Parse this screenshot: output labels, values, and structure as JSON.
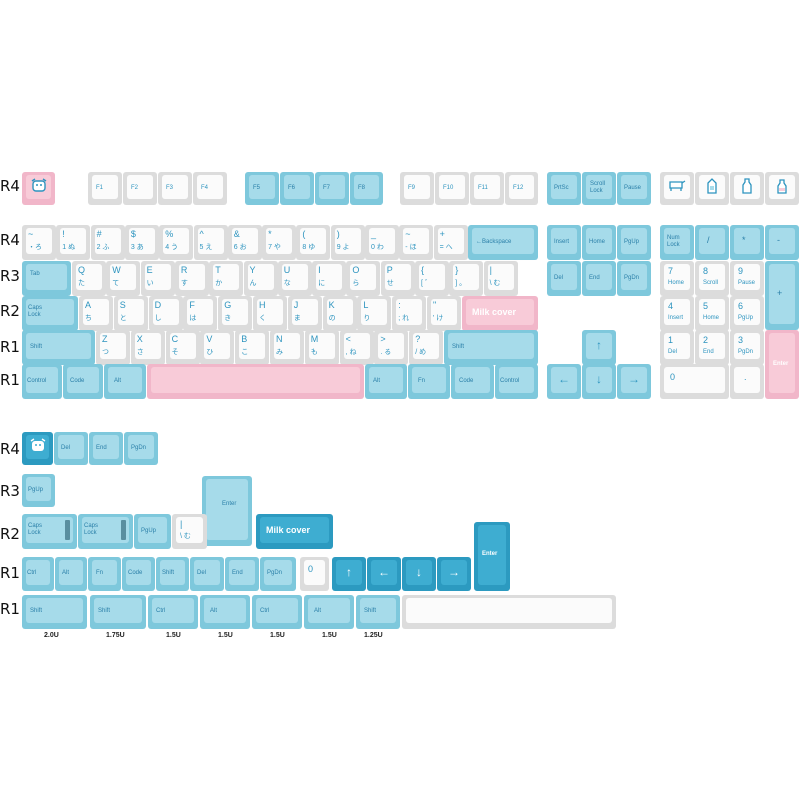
{
  "rows": {
    "top": [
      "R4",
      "R4",
      "R3",
      "R2",
      "R1",
      "R1"
    ],
    "bottom": [
      "R4",
      "R3",
      "R2",
      "R1",
      "R1"
    ]
  },
  "fkeys": {
    "esc_icon": "cow-icon",
    "f": [
      "F1",
      "F2",
      "F3",
      "F4",
      "F5",
      "F6",
      "F7",
      "F8",
      "F9",
      "F10",
      "F11",
      "F12"
    ],
    "sys": [
      [
        "PrtSc"
      ],
      [
        "Scroll",
        "Lock"
      ],
      [
        "Pause"
      ]
    ],
    "icons": [
      "cow-icon",
      "milk-carton-icon",
      "milk-bottle-icon",
      "milk-bottle-small-icon"
    ]
  },
  "number_row": [
    {
      "a": "~",
      "b": "・ろ"
    },
    {
      "a": "!",
      "b": "1 ぬ"
    },
    {
      "a": "#",
      "b": "2 ふ"
    },
    {
      "a": "$",
      "b": "3 あ"
    },
    {
      "a": "%",
      "b": "4 う"
    },
    {
      "a": "^",
      "b": "5 え"
    },
    {
      "a": "&",
      "b": "6 お"
    },
    {
      "a": "*",
      "b": "7 や"
    },
    {
      "a": "(",
      "b": "8 ゆ"
    },
    {
      "a": ")",
      "b": "9 よ"
    },
    {
      "a": "_",
      "b": "0 わ"
    },
    {
      "a": "~",
      "b": "- ほ"
    },
    {
      "a": "+",
      "b": "= へ"
    }
  ],
  "backspace": "←Backspace",
  "q_row": {
    "tab": "Tab",
    "keys": [
      {
        "a": "Q",
        "b": "た"
      },
      {
        "a": "W",
        "b": "て"
      },
      {
        "a": "E",
        "b": "い"
      },
      {
        "a": "R",
        "b": "す"
      },
      {
        "a": "T",
        "b": "か"
      },
      {
        "a": "Y",
        "b": "ん"
      },
      {
        "a": "U",
        "b": "な"
      },
      {
        "a": "I",
        "b": "に"
      },
      {
        "a": "O",
        "b": "ら"
      },
      {
        "a": "P",
        "b": "せ"
      },
      {
        "a": "{",
        "b": "[ ゛"
      },
      {
        "a": "}",
        "b": "] 。"
      },
      {
        "a": "|",
        "b": "\\ む"
      }
    ]
  },
  "a_row": {
    "caps": [
      "Caps",
      "Lock"
    ],
    "keys": [
      {
        "a": "A",
        "b": "ち"
      },
      {
        "a": "S",
        "b": "と"
      },
      {
        "a": "D",
        "b": "し"
      },
      {
        "a": "F",
        "b": "は"
      },
      {
        "a": "G",
        "b": "き"
      },
      {
        "a": "H",
        "b": "く"
      },
      {
        "a": "J",
        "b": "ま"
      },
      {
        "a": "K",
        "b": "の"
      },
      {
        "a": "L",
        "b": "り"
      },
      {
        "a": ":",
        "b": "; れ"
      },
      {
        "a": "\"",
        "b": "' け"
      }
    ],
    "milk": "Milk cover"
  },
  "z_row": {
    "shift": "Shift",
    "keys": [
      {
        "a": "Z",
        "b": "つ"
      },
      {
        "a": "X",
        "b": "さ"
      },
      {
        "a": "C",
        "b": "そ"
      },
      {
        "a": "V",
        "b": "ひ"
      },
      {
        "a": "B",
        "b": "こ"
      },
      {
        "a": "N",
        "b": "み"
      },
      {
        "a": "M",
        "b": "も"
      },
      {
        "a": "<",
        "b": ", ね"
      },
      {
        "a": ">",
        "b": ". る"
      },
      {
        "a": "?",
        "b": "/ め"
      }
    ],
    "rshift": "Shift"
  },
  "bottom_row": {
    "control": "Control",
    "code": "Code",
    "alt": "Alt",
    "alt2": "Alt",
    "fn": "Fn",
    "code2": "Code",
    "control2": "Control"
  },
  "nav": {
    "insert": "Insert",
    "home": "Home",
    "pgup": "PgUp",
    "del": "Del",
    "end": "End",
    "pgdn": "PgDn"
  },
  "numpad": {
    "numlock": [
      "Num",
      "Lock"
    ],
    "slash": "/",
    "star": "*",
    "minus": "-",
    "n7": [
      "7",
      "Home"
    ],
    "n8": [
      "8",
      "Scroll"
    ],
    "n9": [
      "9",
      "Pause"
    ],
    "plus": "+",
    "n4": [
      "4",
      "Insert"
    ],
    "n5": [
      "5",
      "Home"
    ],
    "n6": [
      "6",
      "PgUp"
    ],
    "n1": [
      "1",
      "Del"
    ],
    "n2": [
      "2",
      "End"
    ],
    "n3": [
      "3",
      "PgDn"
    ],
    "enter": "Enter",
    "n0": "0",
    "dot": "."
  },
  "extras": {
    "r4": [
      "Del",
      "End",
      "PgDn"
    ],
    "r3": [
      "PgUp"
    ],
    "enter": "Enter",
    "r2": {
      "caps1": [
        "Caps",
        "Lock"
      ],
      "caps2": [
        "Caps",
        "Lock"
      ],
      "pgup": "PgUp",
      "pipe": [
        "|",
        "\\ む"
      ],
      "milk": "Milk cover"
    },
    "r1a": [
      "Ctrl",
      "Alt",
      "Fn",
      "Code",
      "Shift",
      "Del",
      "End",
      "PgDn",
      "0"
    ],
    "enter2": "Enter",
    "r1b": {
      "shift1": "Shift",
      "shift2": "Shift",
      "ctrl1": "Ctrl",
      "alt1": "Alt",
      "ctrl2": "Ctrl",
      "alt2": "Alt",
      "shift3": "Shift"
    }
  },
  "sizes": [
    "2.0U",
    "1.75U",
    "1.5U",
    "1.5U",
    "1.5U",
    "1.5U",
    "1.25U"
  ],
  "colors": {
    "blue": "#a6dbea",
    "white": "#fbfbfb",
    "pink": "#f8cbd8",
    "dark": "#3eadd1",
    "legend": "#2d94bf"
  }
}
